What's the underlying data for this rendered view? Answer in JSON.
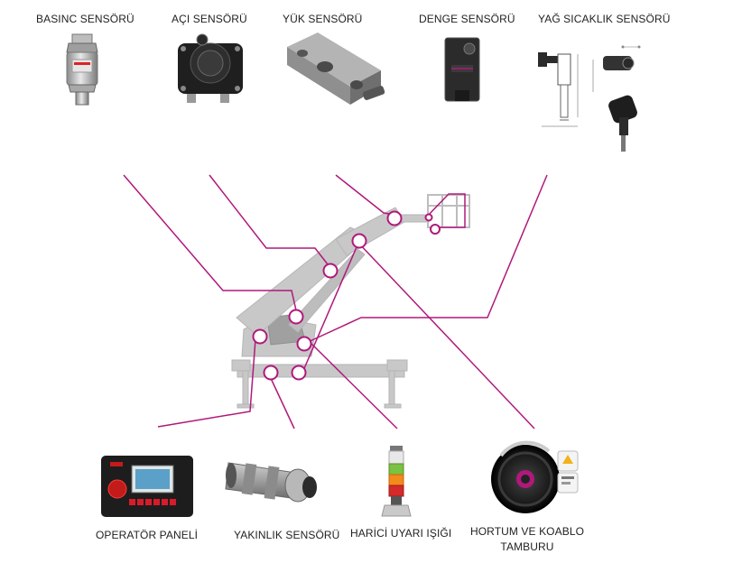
{
  "colors": {
    "connector": "#b0197b",
    "machine": "#c9c9c9",
    "machine_dark": "#9a9a9a"
  },
  "top_sensors": [
    {
      "label": "BASINC SENSÖRÜ",
      "icon": "pressure-sensor-icon"
    },
    {
      "label": "AÇI SENSÖRÜ",
      "icon": "angle-sensor-icon"
    },
    {
      "label": "YÜK SENSÖRÜ",
      "icon": "load-cell-icon"
    },
    {
      "label": "DENGE SENSÖRÜ",
      "icon": "balance-sensor-icon"
    },
    {
      "label": "YAĞ SICAKLIK SENSÖRÜ",
      "icon": "oil-temperature-sensor-icon"
    }
  ],
  "bottom_components": [
    {
      "label": "OPERATÖR PANELİ",
      "icon": "operator-panel-icon"
    },
    {
      "label": "YAKINLIK SENSÖRÜ",
      "icon": "proximity-sensor-icon"
    },
    {
      "label": "HARİCİ UYARI IŞIĞI",
      "icon": "warning-light-icon"
    },
    {
      "label_line1": "HORTUM VE KOABLO",
      "label_line2": "TAMBURU",
      "icon": "hose-cable-reel-icon"
    }
  ]
}
